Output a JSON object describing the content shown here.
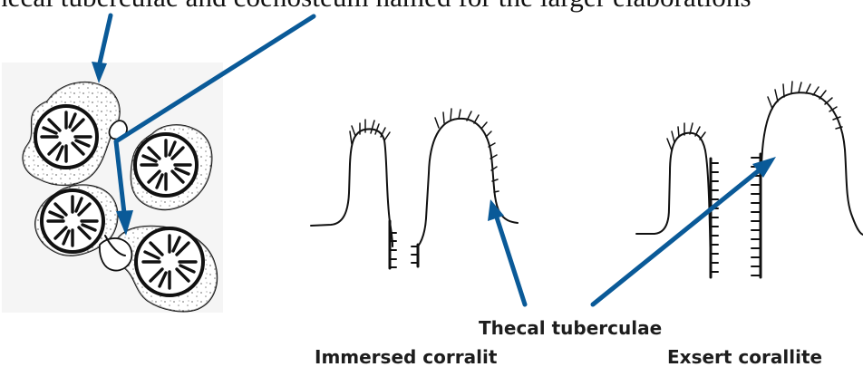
{
  "header": {
    "text": "hecal tuberculae and coenosteum named for the larger elaborations"
  },
  "labels": {
    "thecal_tuberculae": "Thecal tuberculae",
    "immersed": "Immersed corralit",
    "exsert": "Exsert corallite"
  },
  "colors": {
    "arrow": "#0a5a98",
    "ink": "#111111",
    "background": "#ffffff"
  }
}
